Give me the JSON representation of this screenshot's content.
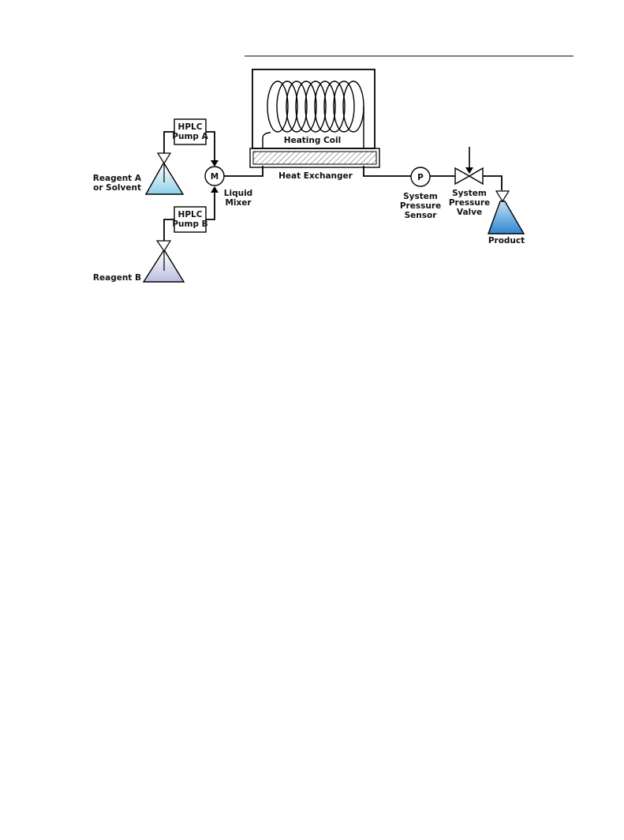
{
  "diagram": {
    "labels": {
      "heating_coil": "Heating Coil",
      "heat_exchanger": "Heat Exchanger",
      "pump_a": [
        "HPLC",
        "Pump A"
      ],
      "pump_b": [
        "HPLC",
        "Pump B"
      ],
      "mixer_symbol": "M",
      "liquid_mixer": [
        "Liquid",
        "Mixer"
      ],
      "reagent_a": [
        "Reagent A",
        "or Solvent"
      ],
      "reagent_b": "Reagent B",
      "pressure_symbol": "P",
      "pressure_sensor": [
        "System",
        "Pressure",
        "Sensor"
      ],
      "pressure_valve": [
        "System",
        "Pressure",
        "Valve"
      ],
      "product": "Product"
    },
    "colors": {
      "reagent_a_fill": "#8fd0ea",
      "reagent_b_fill": "#b9bde0",
      "product_fill": "#2f86d0",
      "line": "#000000"
    }
  }
}
